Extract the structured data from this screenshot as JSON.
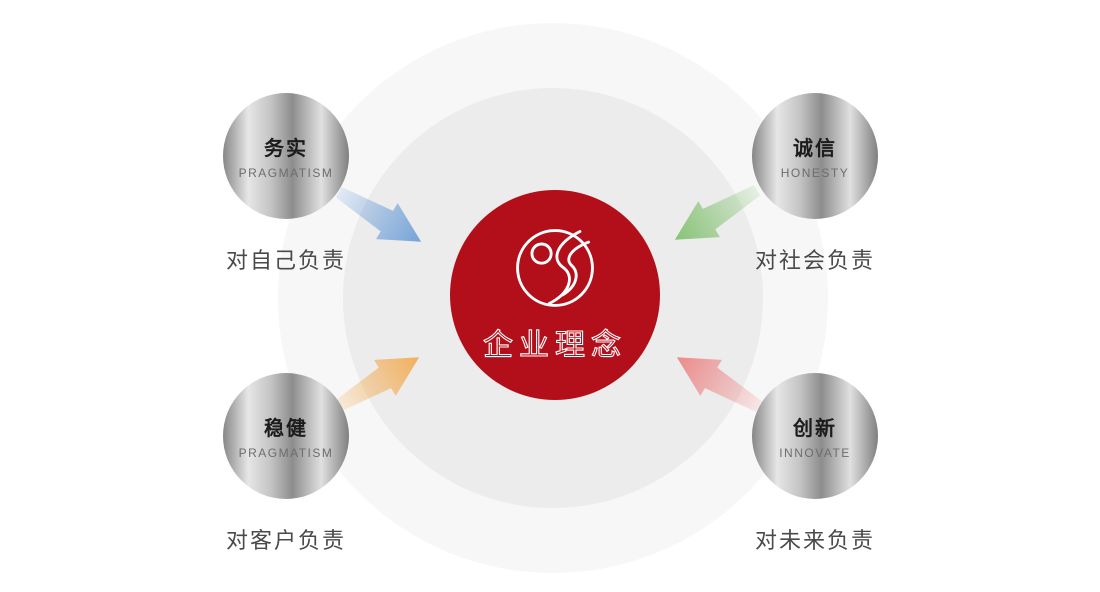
{
  "center": {
    "title": "企业理念",
    "bg_color": "#b30f1a",
    "logo": "s-swirl-logo"
  },
  "background": {
    "outer_circle_color": "#f7f7f7",
    "inner_circle_color": "#ececec"
  },
  "nodes": [
    {
      "position": "top-left",
      "title": "务实",
      "subtitle": "PRAGMATISM",
      "caption": "对自己负责",
      "arrow_color": "#6f9fd8"
    },
    {
      "position": "top-right",
      "title": "诚信",
      "subtitle": "HONESTY",
      "caption": "对社会负责",
      "arrow_color": "#82c170"
    },
    {
      "position": "bottom-left",
      "title": "稳健",
      "subtitle": "PRAGMATISM",
      "caption": "对客户负责",
      "arrow_color": "#f2ac55"
    },
    {
      "position": "bottom-right",
      "title": "创新",
      "subtitle": "INNOVATE",
      "caption": "对未来负责",
      "arrow_color": "#ec8585"
    }
  ]
}
